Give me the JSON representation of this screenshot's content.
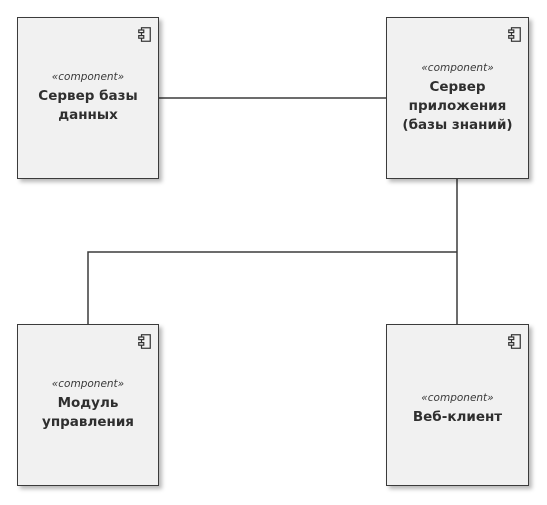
{
  "stereotype": "«component»",
  "components": {
    "db": {
      "name_lines": [
        "Сервер базы",
        "данных"
      ],
      "icon": "component-icon"
    },
    "app": {
      "name_lines": [
        "Сервер",
        "приложения",
        "(базы знаний)"
      ],
      "icon": "component-icon"
    },
    "mod": {
      "name_lines": [
        "Модуль",
        "управления"
      ],
      "icon": "component-icon"
    },
    "web": {
      "name_lines": [
        "Веб-клиент"
      ],
      "icon": "component-icon"
    }
  },
  "connections": [
    {
      "from": "db",
      "to": "app"
    },
    {
      "from": "app",
      "to": "mod"
    },
    {
      "from": "app",
      "to": "web"
    }
  ]
}
